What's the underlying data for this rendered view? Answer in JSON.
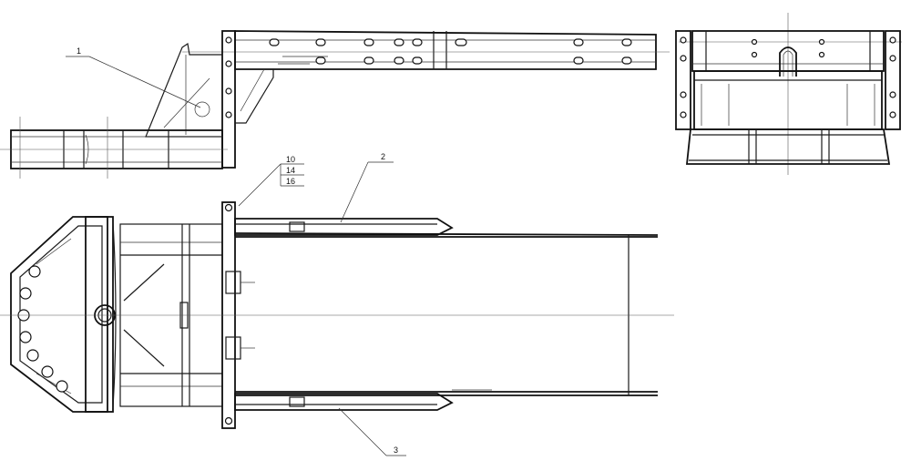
{
  "callouts": {
    "part_1": "1",
    "part_2": "2",
    "part_3": "3",
    "ref_10": "10",
    "ref_14": "14",
    "ref_16": "16"
  }
}
